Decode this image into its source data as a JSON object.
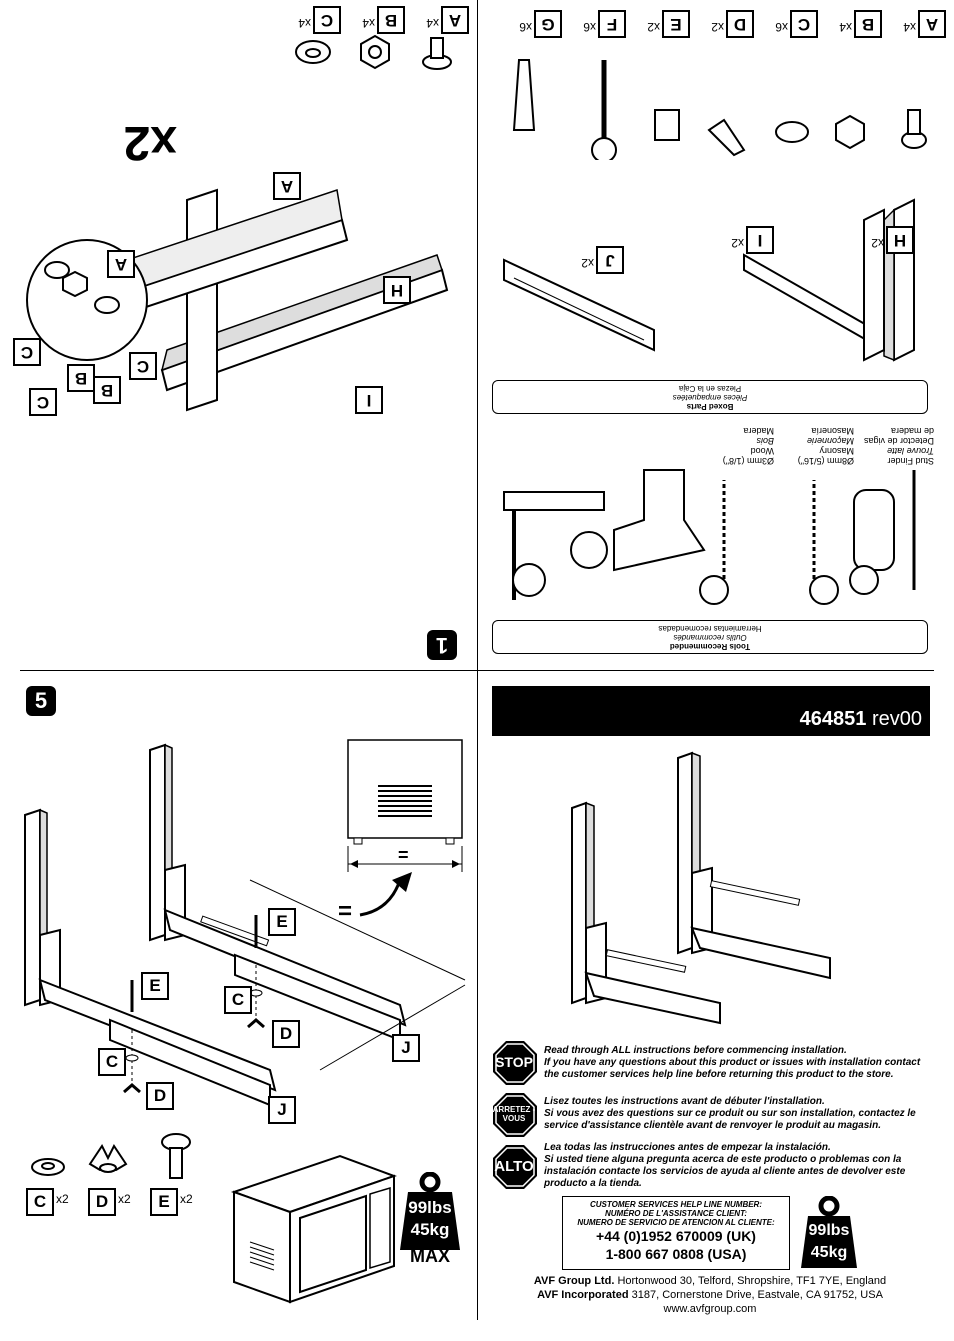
{
  "top_left": {
    "parts": [
      {
        "letter": "A",
        "qty": "x4",
        "icon": "screw-icon"
      },
      {
        "letter": "B",
        "qty": "x4",
        "icon": "nut-icon"
      },
      {
        "letter": "C",
        "qty": "x4",
        "icon": "washer-icon"
      }
    ],
    "multiplier": "x2",
    "callouts": [
      "A",
      "A",
      "H",
      "C",
      "B",
      "C",
      "B",
      "C",
      "I"
    ],
    "step": "1"
  },
  "top_right": {
    "parts": [
      {
        "letter": "A",
        "qty": "x4",
        "icon": "screw-icon"
      },
      {
        "letter": "B",
        "qty": "x4",
        "icon": "nut-icon"
      },
      {
        "letter": "C",
        "qty": "x6",
        "icon": "washer-icon"
      },
      {
        "letter": "D",
        "qty": "x2",
        "icon": "wing-nut-icon"
      },
      {
        "letter": "E",
        "qty": "x2",
        "icon": "bolt-icon"
      },
      {
        "letter": "F",
        "qty": "x6",
        "icon": "wood-screw-icon"
      },
      {
        "letter": "G",
        "qty": "x6",
        "icon": "wall-plug-icon"
      }
    ],
    "brackets": [
      {
        "letter": "H",
        "qty": "x2"
      },
      {
        "letter": "I",
        "qty": "x2"
      },
      {
        "letter": "J",
        "qty": "x2"
      }
    ],
    "boxed_parts": [
      "Boxed Parts",
      "Pièces empaquetées",
      "Piezas en la Caja"
    ],
    "tools_labels": [
      [
        "Stud Finder",
        "Trouve latte",
        "Detector de vigas",
        "de madera"
      ],
      [
        "Ø8mm (5/16\")",
        "Masonry",
        "Maçonnerie",
        "Masonería"
      ],
      [
        "Ø3mm (1/8\")",
        "Wood",
        "Bois",
        "Madera"
      ]
    ],
    "tools_recommended": [
      "Tools Recommended",
      "Outils recommandés",
      "Herramientas recomendadas"
    ]
  },
  "bottom_left": {
    "step": "5",
    "callouts": [
      "E",
      "E",
      "C",
      "C",
      "D",
      "D",
      "J",
      "J"
    ],
    "equal": "=",
    "parts": [
      {
        "letter": "C",
        "qty": "x2"
      },
      {
        "letter": "D",
        "qty": "x2"
      },
      {
        "letter": "E",
        "qty": "x2"
      }
    ],
    "weight": {
      "lbs": "99lbs",
      "kg": "45kg",
      "max": "MAX"
    }
  },
  "bottom_right": {
    "code": "464851",
    "rev": "rev00",
    "signs": [
      "STOP",
      "ARRETEZ -VOUS",
      "ALTO"
    ],
    "notices": [
      {
        "line1": "Read through ALL instructions before commencing installation.",
        "line2": "If you have any questions about this product or issues with installation contact the customer services help line before returning this product to the store."
      },
      {
        "line1": "Lisez toutes les instructions avant de débuter l'installation.",
        "line2": "Si vous avez des questions sur ce produit ou sur son installation, contactez le service d'assistance clientèle avant de renvoyer le produit au magasin."
      },
      {
        "line1": "Lea todas las instrucciones antes de empezar la instalación.",
        "line2": "Si usted tiene alguna pregunta acerca de este producto o problemas con la instalación contacte los servicios de ayuda al cliente antes de devolver este producto a la tienda."
      }
    ],
    "help": {
      "header": [
        "CUSTOMER SERVICES HELP LINE NUMBER:",
        "NUMÉRO DE L'ASSISTANCE CLIENT:",
        "NUMERO DE SERVICIO DE ATENCION AL CLIENTE:"
      ],
      "uk": "+44 (0)1952 670009 (UK)",
      "usa": "1-800 667 0808 (USA)"
    },
    "weight": {
      "lbs": "99lbs",
      "kg": "45kg"
    },
    "address": {
      "uk_name": "AVF Group Ltd.",
      "uk_addr": "Hortonwood 30, Telford, Shropshire, TF1 7YE, England",
      "us_name": "AVF Incorporated",
      "us_addr": "3187, Cornerstone Drive, Eastvale, CA 91752, USA",
      "web": "www.avfgroup.com"
    }
  }
}
